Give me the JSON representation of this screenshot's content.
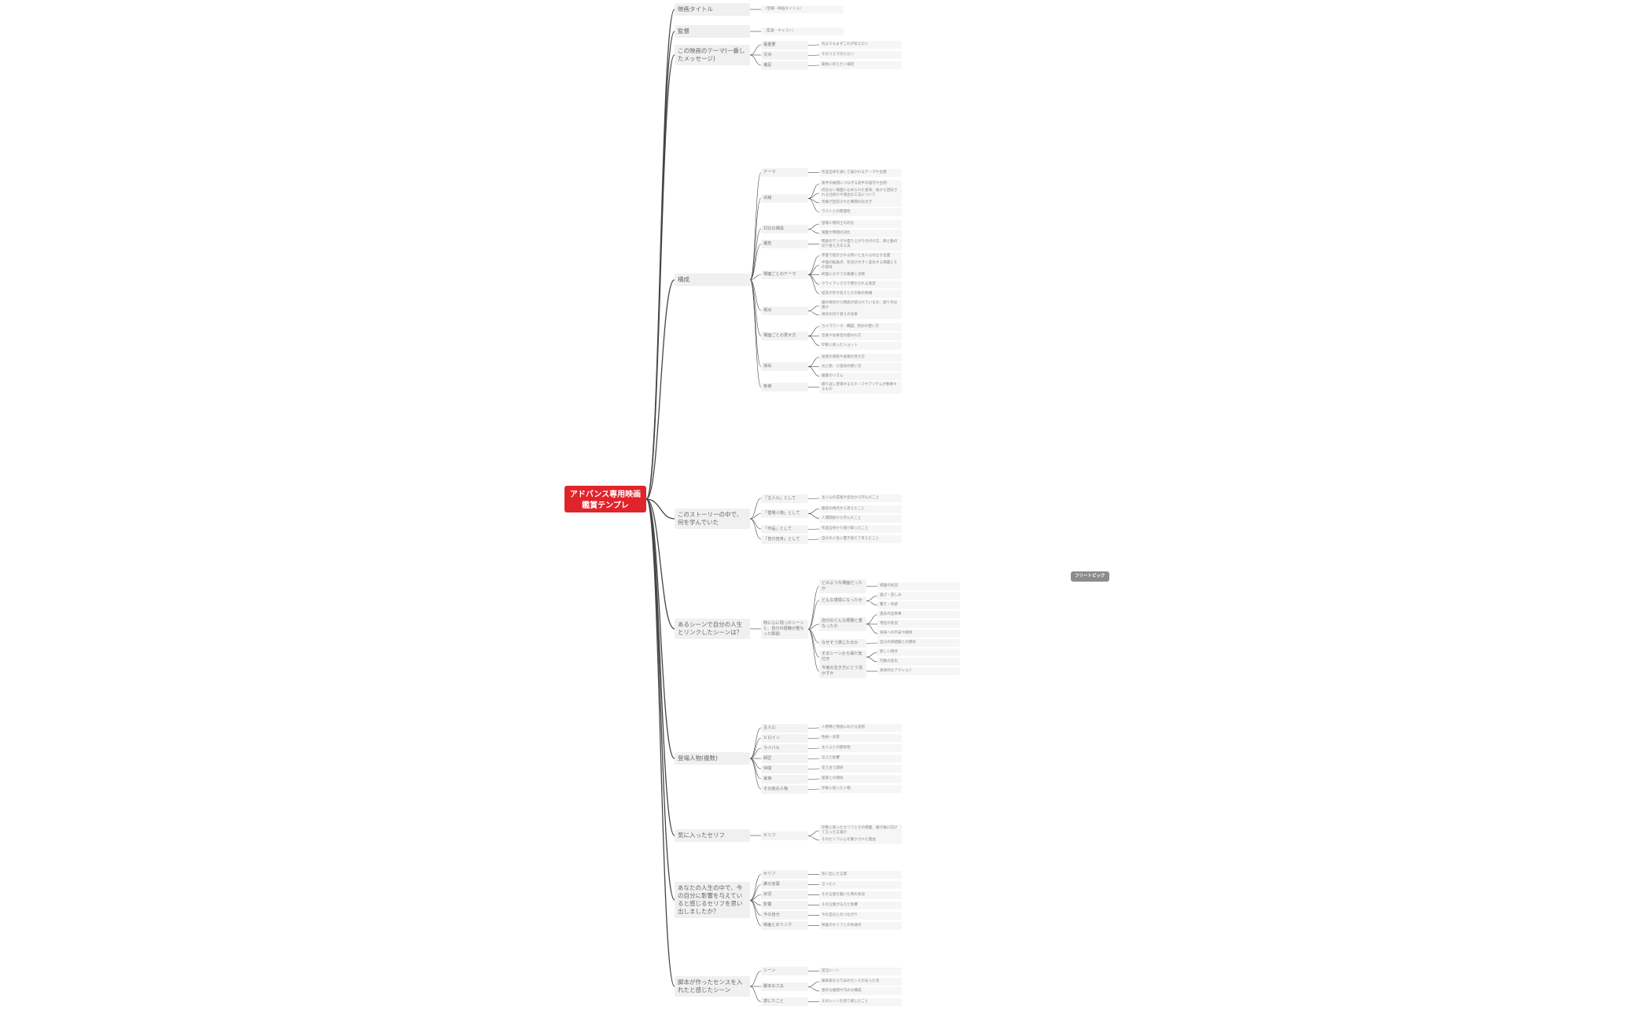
{
  "root": {
    "label": "アドバンス専用映画鑑賞テンプレ"
  },
  "free_topic": {
    "label": "フリートピック"
  },
  "branches": [
    {
      "label": "映画タイトル",
      "children": [
        {
          "label": "（空欄・映画タイトル）"
        }
      ]
    },
    {
      "label": "監督",
      "children": [
        {
          "label": "（監督・キャスト）"
        }
      ]
    },
    {
      "label": "この映画のテーマ(一番したメッセージ)",
      "children": [
        {
          "label": "最重要",
          "children": [
            {
              "label": "何よりもまずこれが伝えたい"
            }
          ]
        },
        {
          "label": "次点",
          "children": [
            {
              "label": "そのうえで伝えたい"
            }
          ]
        },
        {
          "label": "補足",
          "children": [
            {
              "label": "最後に伝えたい補足"
            }
          ]
        }
      ]
    },
    {
      "label": "構成",
      "children": [
        {
          "label": "テーマ",
          "children": [
            {
              "label": "作品全体を通して描かれるテーマや主題"
            }
          ]
        },
        {
          "label": "伏線",
          "children": [
            {
              "label": "後半の展開につながる前半の描写や台詞"
            },
            {
              "label": "何気ない場面に込められた意味、後から回収される仕掛けや演出の工夫について"
            },
            {
              "label": "伏線が回収された瞬間の気付き"
            },
            {
              "label": "ラストとの関連性"
            }
          ]
        },
        {
          "label": "対比の構造",
          "children": [
            {
              "label": "登場人物同士の対比"
            },
            {
              "label": "場面や時間の対比"
            }
          ]
        },
        {
          "label": "緩急",
          "children": [
            {
              "label": "物語のテンポや盛り上がりの付け方、静と動の切り替え方の工夫"
            }
          ]
        },
        {
          "label": "場面ごとのテーマ",
          "children": [
            {
              "label": "序盤で提示される問いと主人公の立ち位置"
            },
            {
              "label": "中盤の転換点、状況が大きく変化する場面とその意味"
            },
            {
              "label": "終盤にかけての葛藤と決断"
            },
            {
              "label": "クライマックスで明かされる真実"
            },
            {
              "label": "結末が示す答えとその後の余韻"
            }
          ]
        },
        {
          "label": "視点",
          "children": [
            {
              "label": "誰の視点から物語が語られているか、語り手は誰か"
            },
            {
              "label": "視点の切り替えの効果"
            }
          ]
        },
        {
          "label": "場面ごとの見せ方",
          "children": [
            {
              "label": "カメラワーク、構図、色彩の使い方"
            },
            {
              "label": "音楽や効果音の使われ方"
            },
            {
              "label": "印象に残ったショット"
            }
          ]
        },
        {
          "label": "演出",
          "children": [
            {
              "label": "役者の演技や表情の見せ方"
            },
            {
              "label": "光と影、小道具の使い方"
            },
            {
              "label": "編集のリズム"
            }
          ]
        },
        {
          "label": "象徴",
          "children": [
            {
              "label": "繰り返し登場するモチーフやアイテムが象徴するもの"
            }
          ]
        }
      ]
    },
    {
      "label": "このストーリーの中で、何を学んでいた",
      "children": [
        {
          "label": "「主人公」として",
          "children": [
            {
              "label": "主人公の成長や変化から学んだこと"
            }
          ]
        },
        {
          "label": "「登場人物」として",
          "children": [
            {
              "label": "脇役の視点から見えたこと"
            },
            {
              "label": "人間関係から学んだこと"
            }
          ]
        },
        {
          "label": "「作品」として",
          "children": [
            {
              "label": "作品全体から受け取ったこと"
            }
          ]
        },
        {
          "label": "「自分自身」として",
          "children": [
            {
              "label": "自分の人生に置き換えて考えたこと"
            }
          ]
        }
      ]
    },
    {
      "label": "あるシーンで自分の人生とリンクしたシーンは？",
      "children": [
        {
          "label": "特に心に残ったシーンと、自分の経験が重なった瞬間",
          "children": [
            {
              "label": "どのような場面だったか",
              "children": [
                {
                  "label": "場面の状況"
                }
              ]
            },
            {
              "label": "どんな感情になったか",
              "children": [
                {
                  "label": "喜び・悲しみ"
                },
                {
                  "label": "驚き・共感"
                }
              ]
            },
            {
              "label": "自分のどんな経験と重なったか",
              "children": [
                {
                  "label": "過去の出来事"
                },
                {
                  "label": "現在の状況"
                },
                {
                  "label": "将来への不安や期待"
                }
              ]
            },
            {
              "label": "なぜそう感じたのか",
              "children": [
                {
                  "label": "自分の価値観との関係"
                }
              ]
            },
            {
              "label": "そのシーンから得た気付き",
              "children": [
                {
                  "label": "新しい視点"
                },
                {
                  "label": "行動の変化"
                }
              ]
            },
            {
              "label": "今後の生き方にどう活かすか",
              "children": [
                {
                  "label": "具体的なアクション"
                }
              ]
            }
          ]
        }
      ]
    },
    {
      "label": "登場人物(複数)",
      "children": [
        {
          "label": "主人公",
          "children": [
            {
              "label": "人物像と物語における役割"
            }
          ]
        },
        {
          "label": "ヒロイン",
          "children": [
            {
              "label": "性格・背景"
            }
          ]
        },
        {
          "label": "ライバル",
          "children": [
            {
              "label": "主人公との関係性"
            }
          ]
        },
        {
          "label": "師匠",
          "children": [
            {
              "label": "与えた影響"
            }
          ]
        },
        {
          "label": "仲間",
          "children": [
            {
              "label": "支え合う関係"
            }
          ]
        },
        {
          "label": "家族",
          "children": [
            {
              "label": "家族との関係"
            }
          ]
        },
        {
          "label": "その他の人物",
          "children": [
            {
              "label": "印象に残った人物"
            }
          ]
        }
      ]
    },
    {
      "label": "気に入ったセリフ",
      "children": [
        {
          "label": "セリフ",
          "children": [
            {
              "label": "印象に残ったセリフとその場面、誰が誰に向けて言った言葉か"
            },
            {
              "label": "そのセリフに心を動かされた理由"
            }
          ]
        }
      ]
    },
    {
      "label": "あなたの人生の中で、今の自分に影響を与えていると感じるセリフを思い出しましたか？",
      "children": [
        {
          "label": "セリフ",
          "children": [
            {
              "label": "思い出した言葉"
            }
          ]
        },
        {
          "label": "誰の言葉",
          "children": [
            {
              "label": "言った人"
            }
          ]
        },
        {
          "label": "状況",
          "children": [
            {
              "label": "その言葉を聞いた時の状況"
            }
          ]
        },
        {
          "label": "影響",
          "children": [
            {
              "label": "その言葉が与えた影響"
            }
          ]
        },
        {
          "label": "今の自分",
          "children": [
            {
              "label": "今の自分とのつながり"
            }
          ]
        },
        {
          "label": "映画とのリンク",
          "children": [
            {
              "label": "映画のセリフとの共通点"
            }
          ]
        }
      ]
    },
    {
      "label": "脚本が作ったセンスを入れたと感じたシーン",
      "children": [
        {
          "label": "シーン",
          "children": [
            {
              "label": "該当シーン"
            }
          ]
        },
        {
          "label": "脚本の工夫",
          "children": [
            {
              "label": "脚本家ならではのセンスが光った点"
            },
            {
              "label": "意外な展開や巧みな構成"
            }
          ]
        },
        {
          "label": "感じたこと",
          "children": [
            {
              "label": "そのシーンを見て感じたこと"
            }
          ]
        }
      ]
    }
  ]
}
